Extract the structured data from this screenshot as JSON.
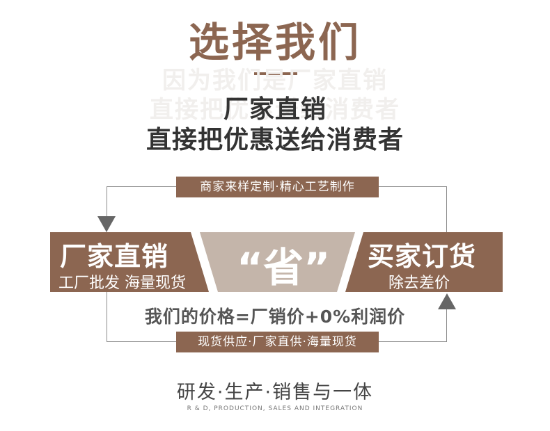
{
  "header": {
    "title": "选择我们",
    "watermark_line1": "因为我们是厂家直销",
    "watermark_line2": "直接把优惠送给消费者",
    "subtitle_line1": "厂家直销",
    "subtitle_line2": "直接把优惠送给消费者"
  },
  "flow": {
    "top_tag": "商家来样定制·精心工艺制作",
    "bottom_tag": "现货供应·厂家直供·海量现货",
    "left_title": "厂家直销",
    "left_subtitle": "工厂批发 海量现货",
    "center_word": "“省”",
    "right_title": "买家订货",
    "right_subtitle": "除去差价",
    "price_line": "我们的价格=厂销价+0%利润价"
  },
  "footer": {
    "cn": "研发·生产·销售与一体",
    "en": "R & D, PRODUCTION, SALES AND INTEGRATION"
  },
  "colors": {
    "brand_brown": "#8c6651",
    "light_beige": "#c4b5aa",
    "line_gray": "#8a8a8a",
    "text_dark": "#333333"
  }
}
